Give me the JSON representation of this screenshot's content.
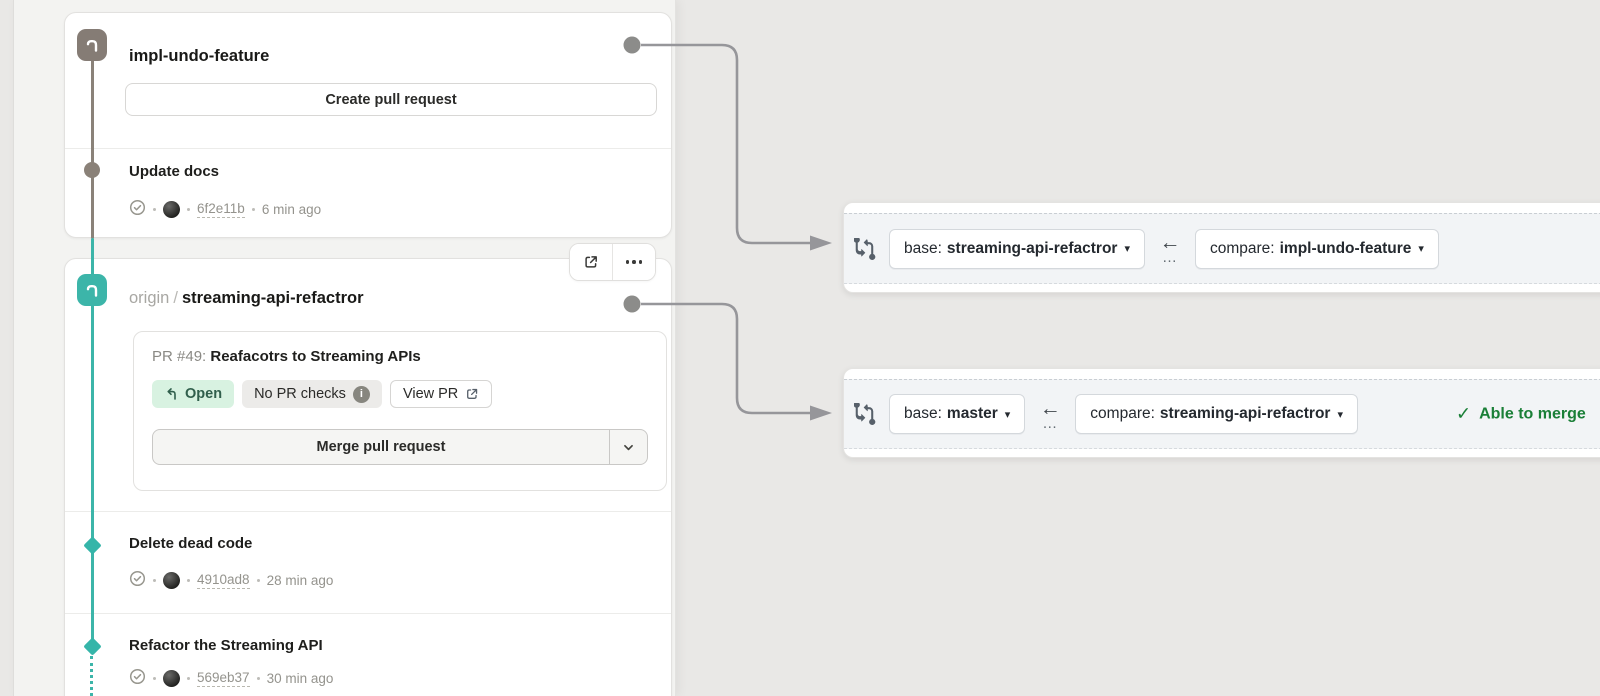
{
  "panel": {
    "branches": [
      {
        "name": "impl-undo-feature",
        "create_pr_label": "Create pull request",
        "commits": [
          {
            "title": "Update docs",
            "hash": "6f2e11b",
            "time": "6 min ago"
          }
        ]
      },
      {
        "remote": "origin",
        "slash": "/",
        "name": "streaming-api-refactror",
        "pr": {
          "number": "PR #49:",
          "title": "Reafacotrs to Streaming APIs",
          "status": "Open",
          "checks": "No PR checks",
          "info_glyph": "i",
          "view": "View PR",
          "merge": "Merge pull request"
        },
        "commits": [
          {
            "title": "Delete dead code",
            "hash": "4910ad8",
            "time": "28 min ago"
          },
          {
            "title": "Refactor the Streaming API",
            "hash": "569eb37",
            "time": "30 min ago"
          }
        ]
      }
    ]
  },
  "compare_bars": [
    {
      "base_prefix": "base:",
      "base_branch": "streaming-api-refactror",
      "swap_arrow": "←",
      "swap_dots": "…",
      "compare_prefix": "compare:",
      "compare_branch": "impl-undo-feature"
    },
    {
      "base_prefix": "base:",
      "base_branch": "master",
      "swap_arrow": "←",
      "swap_dots": "…",
      "compare_prefix": "compare:",
      "compare_branch": "streaming-api-refactror",
      "status_check": "✓",
      "status_label": "Able to merge"
    }
  ],
  "colors": {
    "teal": "#3cb5a9",
    "taupe": "#857c75",
    "connector_gray": "#96969a",
    "merge_ok_green": "#1a7f37",
    "open_badge_bg": "#d8f2e1",
    "open_badge_text": "#305f4c"
  }
}
